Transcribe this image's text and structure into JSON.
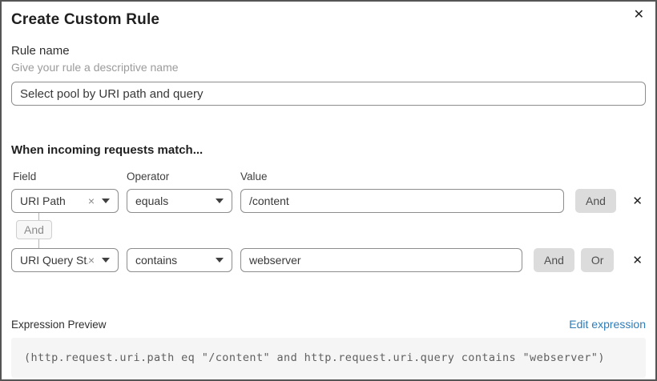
{
  "dialog": {
    "title": "Create Custom Rule"
  },
  "icons": {
    "close": "✕",
    "clear": "×",
    "remove": "✕"
  },
  "rule_name": {
    "label": "Rule name",
    "helper": "Give your rule a descriptive name",
    "value": "Select pool by URI path and query"
  },
  "match": {
    "heading": "When incoming requests match...",
    "columns": {
      "field": "Field",
      "operator": "Operator",
      "value": "Value"
    },
    "connector_label": "And",
    "rows": [
      {
        "field": "URI Path",
        "operator": "equals",
        "value": "/content",
        "buttons": {
          "and": "And"
        }
      },
      {
        "field": "URI Query St...",
        "operator": "contains",
        "value": "webserver",
        "buttons": {
          "and": "And",
          "or": "Or"
        }
      }
    ]
  },
  "expression": {
    "label": "Expression Preview",
    "edit_link": "Edit expression",
    "code": "(http.request.uri.path eq \"/content\" and http.request.uri.query contains \"webserver\")"
  },
  "colors": {
    "link": "#2e7cb8",
    "button_bg": "#dcdcdc",
    "border": "#8d8d8d"
  }
}
